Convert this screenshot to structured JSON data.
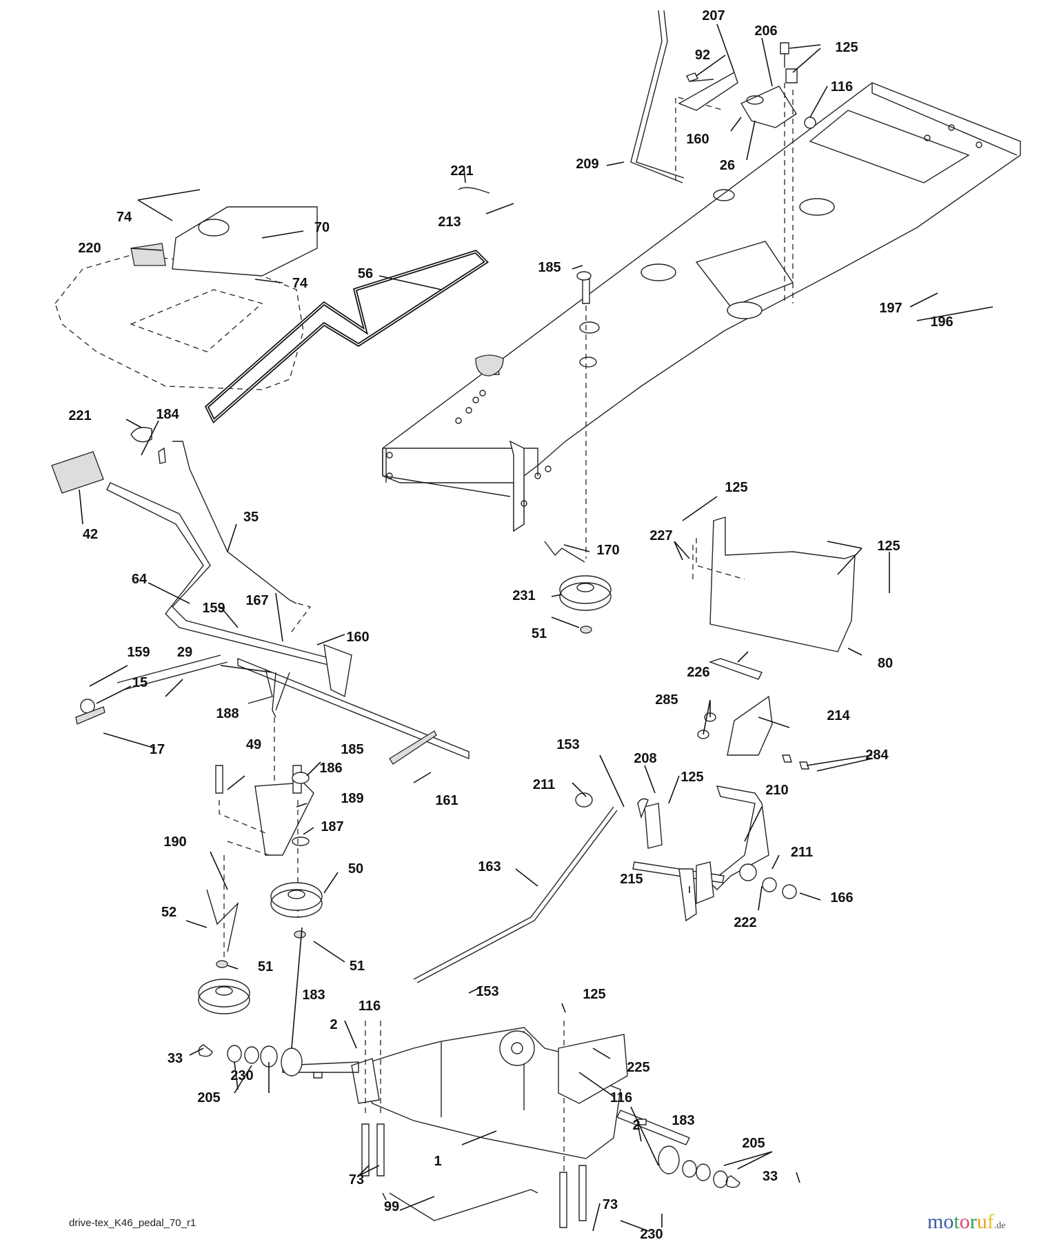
{
  "diagram": {
    "title_code": "drive-tex_K46_pedal_70_r1",
    "watermark": {
      "text": "motoruf",
      "suffix": ".de",
      "letter_colors": [
        "#3b5aa8",
        "#3b5aa8",
        "#3aa64a",
        "#e0407a",
        "#2f9a3f",
        "#e8a020",
        "#e8c020"
      ]
    },
    "callouts": [
      {
        "id": "c207",
        "label": "207"
      },
      {
        "id": "c206",
        "label": "206"
      },
      {
        "id": "c125a",
        "label": "125"
      },
      {
        "id": "c92",
        "label": "92"
      },
      {
        "id": "c116a",
        "label": "116"
      },
      {
        "id": "c160a",
        "label": "160"
      },
      {
        "id": "c26",
        "label": "26"
      },
      {
        "id": "c209",
        "label": "209"
      },
      {
        "id": "c221a",
        "label": "221"
      },
      {
        "id": "c213",
        "label": "213"
      },
      {
        "id": "c74a",
        "label": "74"
      },
      {
        "id": "c70",
        "label": "70"
      },
      {
        "id": "c220",
        "label": "220"
      },
      {
        "id": "c74b",
        "label": "74"
      },
      {
        "id": "c56",
        "label": "56"
      },
      {
        "id": "c185a",
        "label": "185"
      },
      {
        "id": "c197",
        "label": "197"
      },
      {
        "id": "c196",
        "label": "196"
      },
      {
        "id": "c221b",
        "label": "221"
      },
      {
        "id": "c184",
        "label": "184"
      },
      {
        "id": "c42",
        "label": "42"
      },
      {
        "id": "c35",
        "label": "35"
      },
      {
        "id": "c64",
        "label": "64"
      },
      {
        "id": "c159a",
        "label": "159"
      },
      {
        "id": "c167",
        "label": "167"
      },
      {
        "id": "c160b",
        "label": "160"
      },
      {
        "id": "c159b",
        "label": "159"
      },
      {
        "id": "c29",
        "label": "29"
      },
      {
        "id": "c15",
        "label": "15"
      },
      {
        "id": "c188",
        "label": "188"
      },
      {
        "id": "c17",
        "label": "17"
      },
      {
        "id": "c125b",
        "label": "125"
      },
      {
        "id": "c227",
        "label": "227"
      },
      {
        "id": "c125c",
        "label": "125"
      },
      {
        "id": "c170",
        "label": "170"
      },
      {
        "id": "c231",
        "label": "231"
      },
      {
        "id": "c51a",
        "label": "51"
      },
      {
        "id": "c226",
        "label": "226"
      },
      {
        "id": "c80",
        "label": "80"
      },
      {
        "id": "c285",
        "label": "285"
      },
      {
        "id": "c214",
        "label": "214"
      },
      {
        "id": "c284",
        "label": "284"
      },
      {
        "id": "c49",
        "label": "49"
      },
      {
        "id": "c185b",
        "label": "185"
      },
      {
        "id": "c186",
        "label": "186"
      },
      {
        "id": "c189",
        "label": "189"
      },
      {
        "id": "c161",
        "label": "161"
      },
      {
        "id": "c187",
        "label": "187"
      },
      {
        "id": "c190",
        "label": "190"
      },
      {
        "id": "c50",
        "label": "50"
      },
      {
        "id": "c52",
        "label": "52"
      },
      {
        "id": "c51b",
        "label": "51"
      },
      {
        "id": "c51c",
        "label": "51"
      },
      {
        "id": "c153a",
        "label": "153"
      },
      {
        "id": "c208",
        "label": "208"
      },
      {
        "id": "c211a",
        "label": "211"
      },
      {
        "id": "c125d",
        "label": "125"
      },
      {
        "id": "c210",
        "label": "210"
      },
      {
        "id": "c163",
        "label": "163"
      },
      {
        "id": "c211b",
        "label": "211"
      },
      {
        "id": "c215",
        "label": "215"
      },
      {
        "id": "c166",
        "label": "166"
      },
      {
        "id": "c222",
        "label": "222"
      },
      {
        "id": "c153b",
        "label": "153"
      },
      {
        "id": "c125e",
        "label": "125"
      },
      {
        "id": "c183a",
        "label": "183"
      },
      {
        "id": "c116b",
        "label": "116"
      },
      {
        "id": "c2a",
        "label": "2"
      },
      {
        "id": "c33a",
        "label": "33"
      },
      {
        "id": "c225",
        "label": "225"
      },
      {
        "id": "c230a",
        "label": "230"
      },
      {
        "id": "c205a",
        "label": "205"
      },
      {
        "id": "c116c",
        "label": "116"
      },
      {
        "id": "c2b",
        "label": "2"
      },
      {
        "id": "c183b",
        "label": "183"
      },
      {
        "id": "c1",
        "label": "1"
      },
      {
        "id": "c205b",
        "label": "205"
      },
      {
        "id": "c73a",
        "label": "73"
      },
      {
        "id": "c33b",
        "label": "33"
      },
      {
        "id": "c99",
        "label": "99"
      },
      {
        "id": "c73b",
        "label": "73"
      },
      {
        "id": "c230b",
        "label": "230"
      }
    ]
  }
}
